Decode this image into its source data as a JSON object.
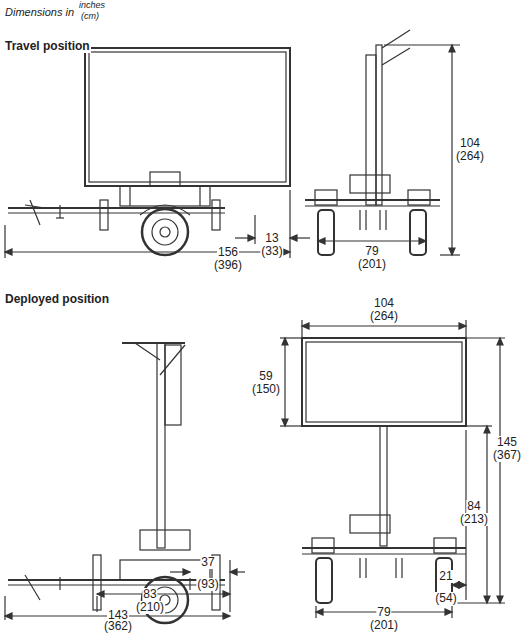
{
  "diagram": {
    "labels": [
      "Dimensions in",
      "inches",
      "(cm)",
      "Travel position",
      "156",
      "(396)",
      "13",
      "(33)",
      "104",
      "(264)",
      "79",
      "(201)",
      "Deployed position",
      "104",
      "(264)",
      "59",
      "(150)",
      "145",
      "(367)",
      "84",
      "(213)",
      "79",
      "(201)",
      "21",
      "(54)",
      "37",
      "(93)",
      "83",
      "(210)",
      "143",
      "(362)"
    ]
  }
}
